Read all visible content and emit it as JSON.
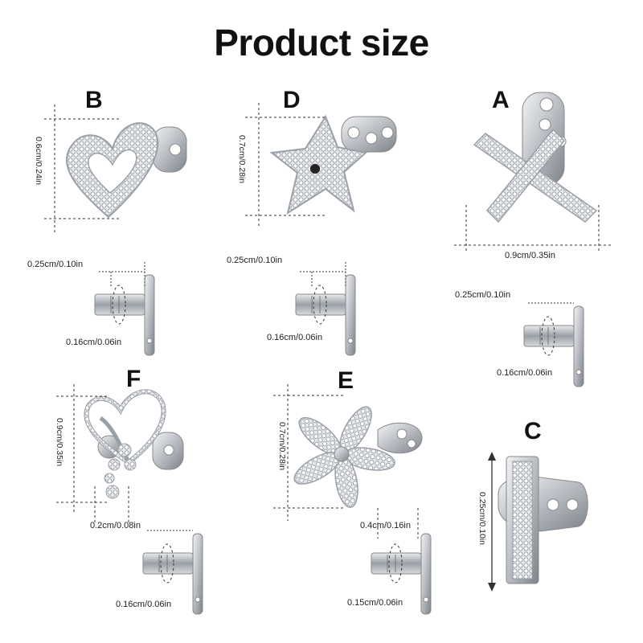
{
  "title": "Product size",
  "items": {
    "B": {
      "letter": "B",
      "height": "0.6cm/0.24in",
      "bar_length": "0.25cm/0.10in",
      "bar_diameter": "0.16cm/0.06in"
    },
    "D": {
      "letter": "D",
      "height": "0.7cm/0.28in",
      "bar_length": "0.25cm/0.10in",
      "bar_diameter": "0.16cm/0.06in"
    },
    "A": {
      "letter": "A",
      "width": "0.9cm/0.35in",
      "bar_length": "0.25cm/0.10in",
      "bar_diameter": "0.16cm/0.06in"
    },
    "F": {
      "letter": "F",
      "height": "0.9cm/0.35in",
      "width": "0.2cm/0.08in",
      "bar_diameter": "0.16cm/0.06in"
    },
    "E": {
      "letter": "E",
      "height": "0.7cm/0.28in",
      "width": "0.4cm/0.16in",
      "bar_diameter": "0.15cm/0.06in"
    },
    "C": {
      "letter": "C",
      "height": "0.25cm/0.10in"
    }
  },
  "colors": {
    "metal": "#c9ccd1",
    "metal_dark": "#7d828a",
    "ink": "#111111"
  }
}
